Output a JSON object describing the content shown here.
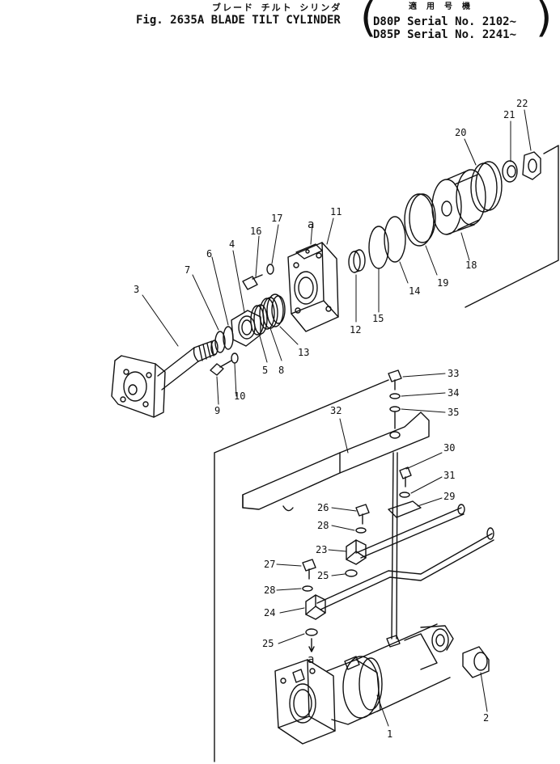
{
  "header": {
    "japanese_title": "ブレード チルト シリンダ",
    "title": "Fig. 2635A BLADE TILT CYLINDER",
    "applicable_label": "適 用 号 機",
    "serial_d80p": "D80P Serial No. 2102~",
    "serial_d85p": "D85P Serial No. 2241~"
  },
  "callouts": {
    "c1": "1",
    "c2": "2",
    "c3": "3",
    "c4": "4",
    "c5": "5",
    "c6": "6",
    "c7": "7",
    "c8": "8",
    "c9": "9",
    "c10": "10",
    "c11": "11",
    "c12": "12",
    "c13": "13",
    "c14": "14",
    "c15": "15",
    "c16": "16",
    "c17": "17",
    "c18": "18",
    "c19": "19",
    "c20": "20",
    "c21": "21",
    "c22": "22",
    "c23": "23",
    "c24": "24",
    "c25a": "25",
    "c25b": "25",
    "c26": "26",
    "c27": "27",
    "c28a": "28",
    "c28b": "28",
    "c29": "29",
    "c30": "30",
    "c31": "31",
    "c32": "32",
    "c33": "33",
    "c34": "34",
    "c35": "35"
  },
  "ref_marks": {
    "upper": "a",
    "lower": "a"
  }
}
